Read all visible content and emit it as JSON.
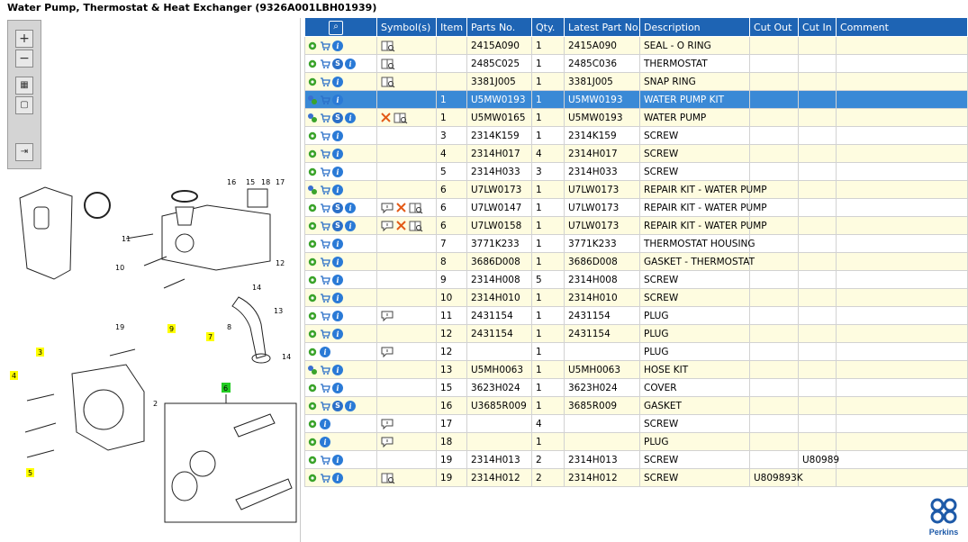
{
  "title": "Water Pump, Thermostat & Heat Exchanger (9326A001LBH01939)",
  "toolbox": {
    "buttons": [
      "zoom-in-icon",
      "zoom-out-icon",
      "fit-all-icon",
      "fit-window-icon",
      "export-icon"
    ]
  },
  "diagram": {
    "callouts": [
      "16",
      "15",
      "18",
      "17",
      "11",
      "12",
      "10",
      "14",
      "13",
      "9",
      "7",
      "8",
      "19",
      "3",
      "4",
      "2",
      "14",
      "5",
      "6"
    ],
    "highlighted": [
      "9",
      "7",
      "3",
      "4",
      "5"
    ],
    "highlighted_green": [
      "6"
    ]
  },
  "grid": {
    "columns": [
      "",
      "Symbol(s)",
      "Item",
      "Parts No.",
      "Qty.",
      "Latest Part No.",
      "Description",
      "Cut Out",
      "Cut In",
      "Comment"
    ],
    "rows": [
      {
        "actions": [
          "gear",
          "cart",
          "info"
        ],
        "symbols": [
          "book"
        ],
        "item": "",
        "part": "2415A090",
        "qty": "1",
        "latest": "2415A090",
        "desc": "SEAL - O RING",
        "cut_out": "",
        "cut_in": "",
        "comment": ""
      },
      {
        "actions": [
          "gear",
          "cart",
          "s",
          "info"
        ],
        "symbols": [
          "book"
        ],
        "item": "",
        "part": "2485C025",
        "qty": "1",
        "latest": "2485C036",
        "desc": "THERMOSTAT",
        "cut_out": "",
        "cut_in": "",
        "comment": ""
      },
      {
        "actions": [
          "gear",
          "cart",
          "info"
        ],
        "symbols": [
          "book"
        ],
        "item": "",
        "part": "3381J005",
        "qty": "1",
        "latest": "3381J005",
        "desc": "SNAP RING",
        "cut_out": "",
        "cut_in": "",
        "comment": ""
      },
      {
        "actions": [
          "gears",
          "cart",
          "info"
        ],
        "symbols": [],
        "item": "1",
        "part": "U5MW0193",
        "qty": "1",
        "latest": "U5MW0193",
        "desc": "WATER PUMP KIT",
        "cut_out": "",
        "cut_in": "",
        "comment": "",
        "selected": true
      },
      {
        "actions": [
          "gears",
          "cart",
          "s",
          "info"
        ],
        "symbols": [
          "x",
          "book"
        ],
        "item": "1",
        "part": "U5MW0165",
        "qty": "1",
        "latest": "U5MW0193",
        "desc": "WATER PUMP",
        "cut_out": "",
        "cut_in": "",
        "comment": ""
      },
      {
        "actions": [
          "gear",
          "cart",
          "info"
        ],
        "symbols": [],
        "item": "3",
        "part": "2314K159",
        "qty": "1",
        "latest": "2314K159",
        "desc": "SCREW",
        "cut_out": "",
        "cut_in": "",
        "comment": ""
      },
      {
        "actions": [
          "gear",
          "cart",
          "info"
        ],
        "symbols": [],
        "item": "4",
        "part": "2314H017",
        "qty": "4",
        "latest": "2314H017",
        "desc": "SCREW",
        "cut_out": "",
        "cut_in": "",
        "comment": ""
      },
      {
        "actions": [
          "gear",
          "cart",
          "info"
        ],
        "symbols": [],
        "item": "5",
        "part": "2314H033",
        "qty": "3",
        "latest": "2314H033",
        "desc": "SCREW",
        "cut_out": "",
        "cut_in": "",
        "comment": ""
      },
      {
        "actions": [
          "gears",
          "cart",
          "info"
        ],
        "symbols": [],
        "item": "6",
        "part": "U7LW0173",
        "qty": "1",
        "latest": "U7LW0173",
        "desc": "REPAIR KIT - WATER PUMP",
        "cut_out": "",
        "cut_in": "",
        "comment": ""
      },
      {
        "actions": [
          "gear",
          "cart",
          "s",
          "info"
        ],
        "symbols": [
          "note",
          "x",
          "book"
        ],
        "item": "6",
        "part": "U7LW0147",
        "qty": "1",
        "latest": "U7LW0173",
        "desc": "REPAIR KIT - WATER PUMP",
        "cut_out": "",
        "cut_in": "",
        "comment": ""
      },
      {
        "actions": [
          "gear",
          "cart",
          "s",
          "info"
        ],
        "symbols": [
          "note",
          "x",
          "book"
        ],
        "item": "6",
        "part": "U7LW0158",
        "qty": "1",
        "latest": "U7LW0173",
        "desc": "REPAIR KIT - WATER PUMP",
        "cut_out": "",
        "cut_in": "",
        "comment": ""
      },
      {
        "actions": [
          "gear",
          "cart",
          "info"
        ],
        "symbols": [],
        "item": "7",
        "part": "3771K233",
        "qty": "1",
        "latest": "3771K233",
        "desc": "THERMOSTAT HOUSING",
        "cut_out": "",
        "cut_in": "",
        "comment": ""
      },
      {
        "actions": [
          "gear",
          "cart",
          "info"
        ],
        "symbols": [],
        "item": "8",
        "part": "3686D008",
        "qty": "1",
        "latest": "3686D008",
        "desc": "GASKET - THERMOSTAT",
        "cut_out": "",
        "cut_in": "",
        "comment": ""
      },
      {
        "actions": [
          "gear",
          "cart",
          "info"
        ],
        "symbols": [],
        "item": "9",
        "part": "2314H008",
        "qty": "5",
        "latest": "2314H008",
        "desc": "SCREW",
        "cut_out": "",
        "cut_in": "",
        "comment": ""
      },
      {
        "actions": [
          "gear",
          "cart",
          "info"
        ],
        "symbols": [],
        "item": "10",
        "part": "2314H010",
        "qty": "1",
        "latest": "2314H010",
        "desc": "SCREW",
        "cut_out": "",
        "cut_in": "",
        "comment": ""
      },
      {
        "actions": [
          "gear",
          "cart",
          "info"
        ],
        "symbols": [
          "note"
        ],
        "item": "11",
        "part": "2431154",
        "qty": "1",
        "latest": "2431154",
        "desc": "PLUG",
        "cut_out": "",
        "cut_in": "",
        "comment": ""
      },
      {
        "actions": [
          "gear",
          "cart",
          "info"
        ],
        "symbols": [],
        "item": "12",
        "part": "2431154",
        "qty": "1",
        "latest": "2431154",
        "desc": "PLUG",
        "cut_out": "",
        "cut_in": "",
        "comment": ""
      },
      {
        "actions": [
          "gear",
          "info"
        ],
        "symbols": [
          "note"
        ],
        "item": "12",
        "part": "",
        "qty": "1",
        "latest": "",
        "desc": "PLUG",
        "cut_out": "",
        "cut_in": "",
        "comment": ""
      },
      {
        "actions": [
          "gears",
          "cart",
          "info"
        ],
        "symbols": [],
        "item": "13",
        "part": "U5MH0063",
        "qty": "1",
        "latest": "U5MH0063",
        "desc": "HOSE KIT",
        "cut_out": "",
        "cut_in": "",
        "comment": ""
      },
      {
        "actions": [
          "gear",
          "cart",
          "info"
        ],
        "symbols": [],
        "item": "15",
        "part": "3623H024",
        "qty": "1",
        "latest": "3623H024",
        "desc": "COVER",
        "cut_out": "",
        "cut_in": "",
        "comment": ""
      },
      {
        "actions": [
          "gear",
          "cart",
          "s",
          "info"
        ],
        "symbols": [],
        "item": "16",
        "part": "U3685R009",
        "qty": "1",
        "latest": "3685R009",
        "desc": "GASKET",
        "cut_out": "",
        "cut_in": "",
        "comment": ""
      },
      {
        "actions": [
          "gear",
          "info"
        ],
        "symbols": [
          "note"
        ],
        "item": "17",
        "part": "",
        "qty": "4",
        "latest": "",
        "desc": "SCREW",
        "cut_out": "",
        "cut_in": "",
        "comment": ""
      },
      {
        "actions": [
          "gear",
          "info"
        ],
        "symbols": [
          "note"
        ],
        "item": "18",
        "part": "",
        "qty": "1",
        "latest": "",
        "desc": "PLUG",
        "cut_out": "",
        "cut_in": "",
        "comment": ""
      },
      {
        "actions": [
          "gear",
          "cart",
          "info"
        ],
        "symbols": [],
        "item": "19",
        "part": "2314H013",
        "qty": "2",
        "latest": "2314H013",
        "desc": "SCREW",
        "cut_out": "",
        "cut_in": "U80989",
        "comment": ""
      },
      {
        "actions": [
          "gear",
          "cart",
          "info"
        ],
        "symbols": [
          "book"
        ],
        "item": "19",
        "part": "2314H012",
        "qty": "2",
        "latest": "2314H012",
        "desc": "SCREW",
        "cut_out": "U809893K",
        "cut_in": "",
        "comment": ""
      }
    ]
  },
  "logo": {
    "text": "Perkins",
    "color": "#1e5aa8"
  },
  "colors": {
    "header": "#1e64b4",
    "row_alt": "#fefce0",
    "selected": "#3a89d6",
    "callout_yellow": "#ffff00",
    "callout_green": "#22cc22"
  }
}
